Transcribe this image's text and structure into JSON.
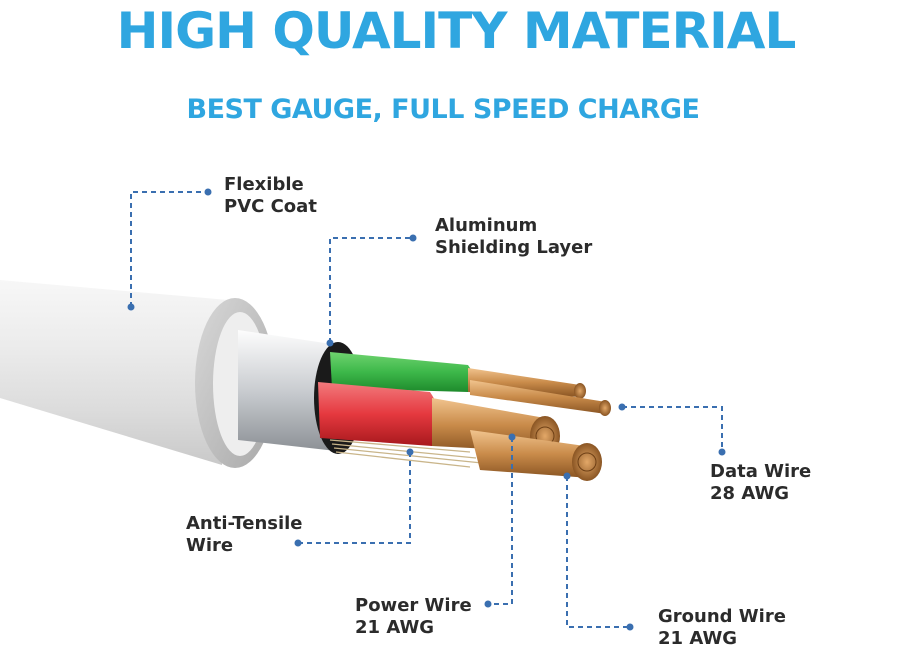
{
  "header": {
    "title": "HIGH QUALITY MATERIAL",
    "subtitle": "BEST GAUGE, FULL SPEED CHARGE"
  },
  "colors": {
    "accent": "#2fa6e0",
    "callout_line": "#3a6fb0",
    "label_text": "#2b2b2b",
    "green_wire": "#3db84a",
    "red_wire": "#e5393f",
    "copper": "#c98b4a",
    "jacket": "#e9e9e9"
  },
  "labels": {
    "pvc_coat": {
      "line1": "Flexible",
      "line2": "PVC Coat"
    },
    "shielding": {
      "line1": "Aluminum",
      "line2": "Shielding Layer"
    },
    "data_wire": {
      "line1": "Data Wire",
      "line2": "28 AWG"
    },
    "anti_tensile": {
      "line1": "Anti-Tensile",
      "line2": "Wire"
    },
    "power_wire": {
      "line1": "Power Wire",
      "line2": "21 AWG"
    },
    "ground_wire": {
      "line1": "Ground Wire",
      "line2": "21 AWG"
    }
  }
}
